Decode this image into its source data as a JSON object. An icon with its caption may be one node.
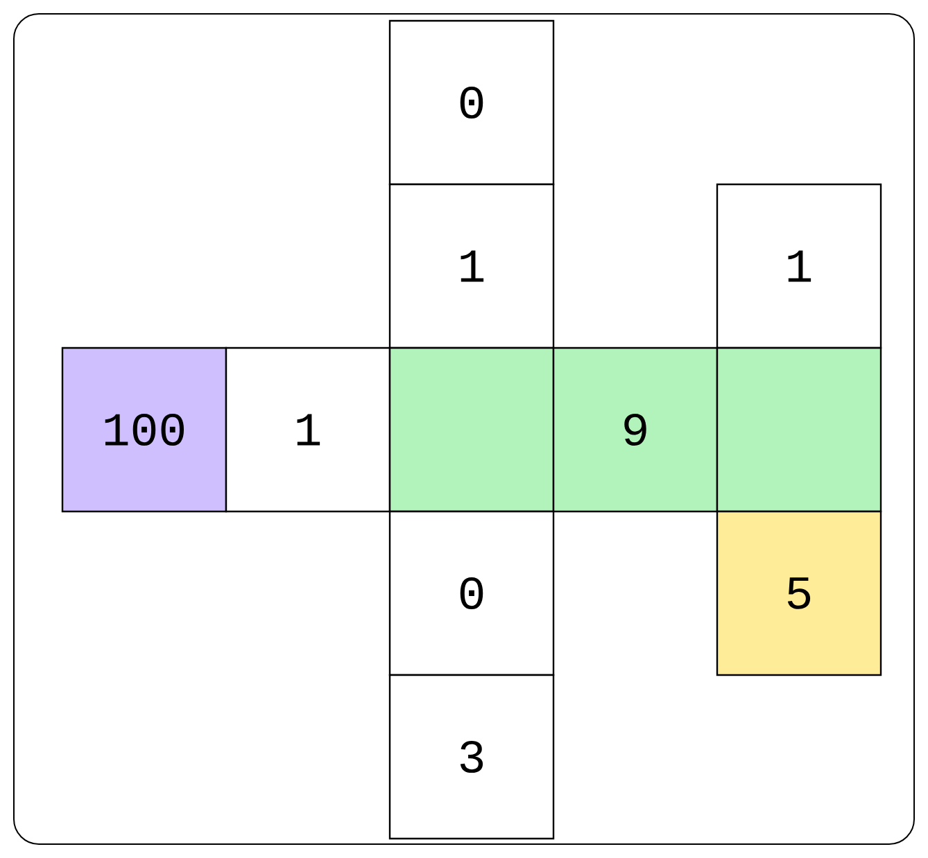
{
  "diagram": {
    "nodes": [
      {
        "text": [
          "0"
        ]
      },
      {
        "text": [
          "1"
        ]
      },
      {
        "text": [
          "1"
        ]
      },
      {
        "text": [
          "100"
        ]
      },
      {
        "text": [
          "1"
        ]
      },
      {
        "text": [],
        "shape": "box"
      },
      {
        "text": [
          "9"
        ]
      },
      {
        "text": [],
        "shape": "box"
      },
      {
        "text": [
          "0"
        ]
      },
      {
        "text": [
          "5"
        ]
      },
      {
        "text": [
          "3"
        ]
      }
    ]
  }
}
